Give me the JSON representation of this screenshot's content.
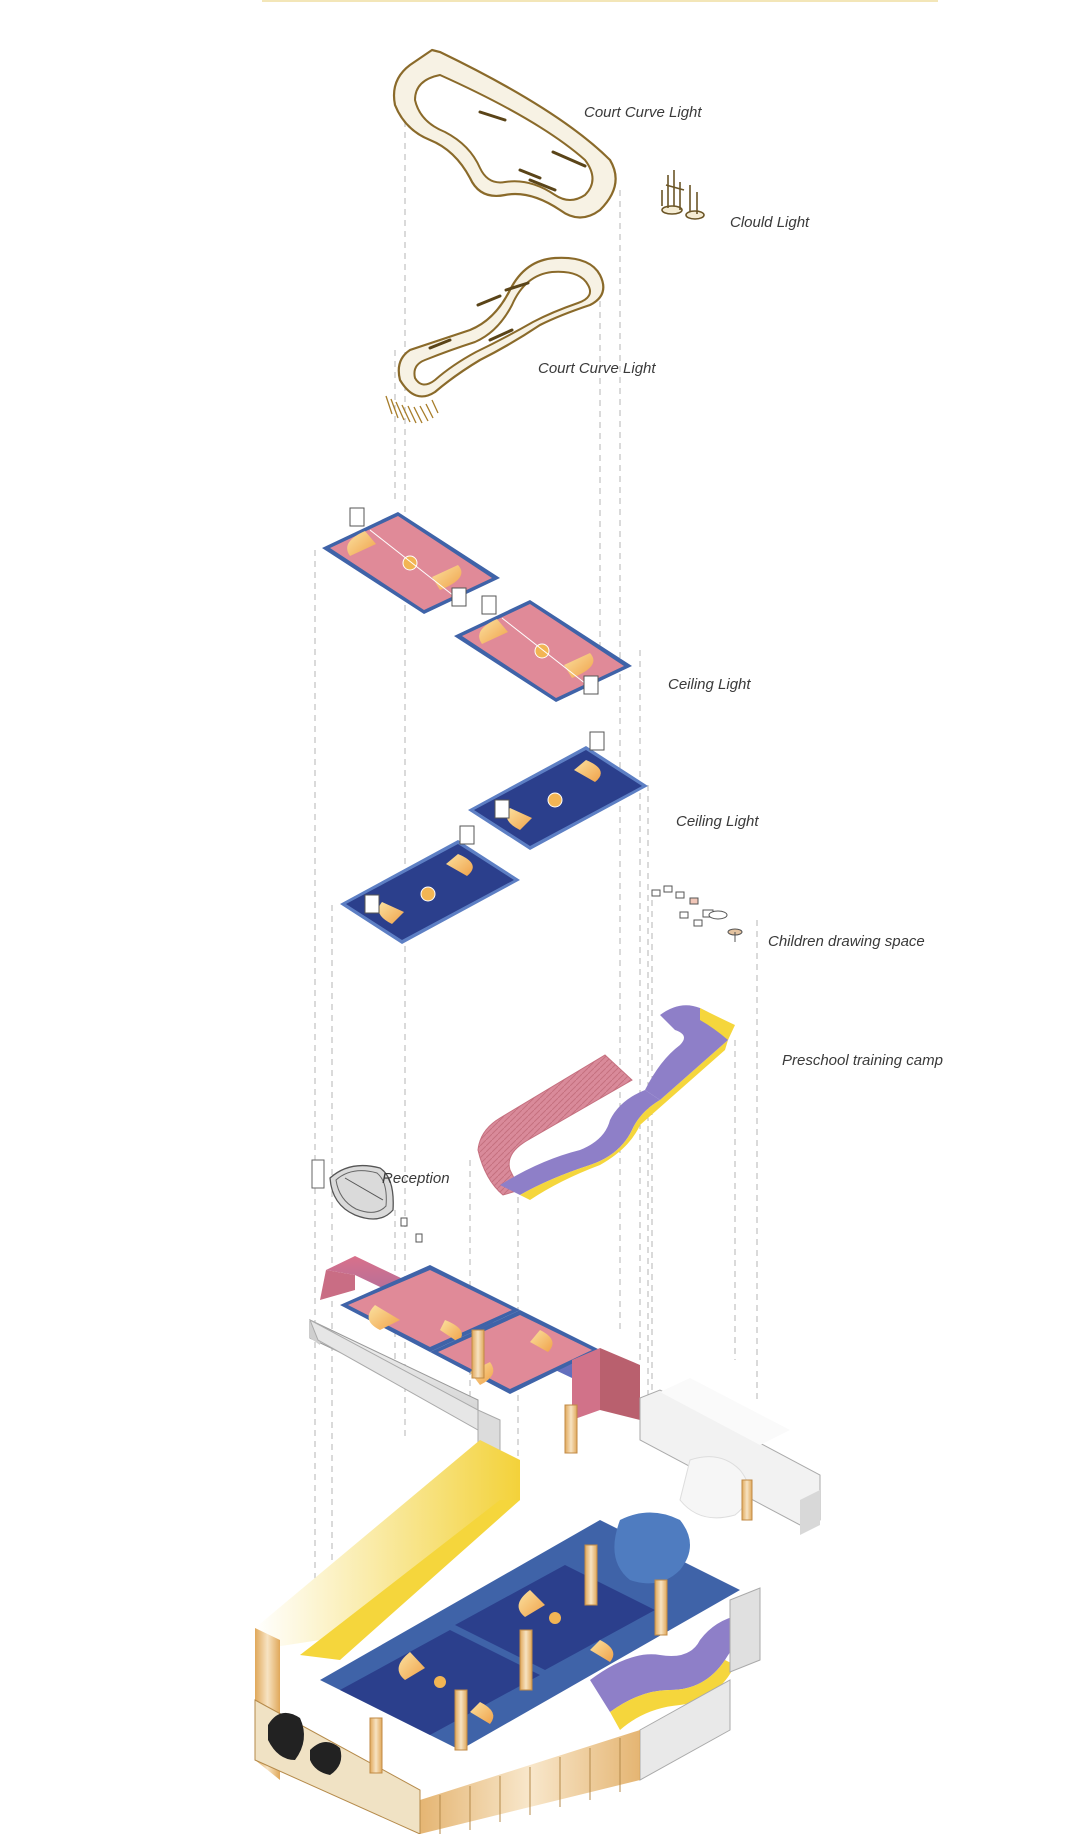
{
  "diagram": {
    "labels": {
      "court_curve_light_upper": "Court Curve Light",
      "cloud_light": "Clould Light",
      "court_curve_light_lower": "Court Curve Light",
      "ceiling_light_pink": "Ceiling Light",
      "ceiling_light_blue": "Ceiling Light",
      "children_drawing_space": "Children drawing space",
      "preschool_training_camp": "Preschool training camp",
      "reception": "Reception"
    },
    "colors": {
      "gold": "#b8923a",
      "court_pink": "#e08a98",
      "court_blue": "#2b3f8c",
      "court_border_blue": "#3f63a8",
      "key_orange": "#f2b554",
      "yellow": "#f5d63c",
      "purple": "#8e7fc8",
      "wall_grey": "#e6e6e6",
      "guide_grey": "#b5b5b5"
    }
  }
}
